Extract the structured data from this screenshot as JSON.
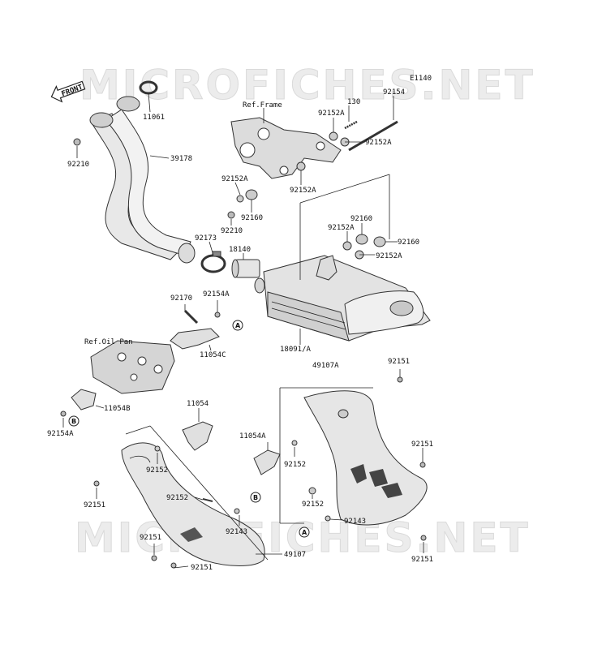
{
  "watermark_top": "MICROFICHES.NET",
  "watermark_bottom": "MICROFICHES.NET",
  "diagram_code": "E1140",
  "front_label": "FRONT",
  "ref_frame": "Ref.Frame",
  "ref_oil_pan": "Ref.Oil Pan",
  "callouts": {
    "a": "A",
    "b": "B"
  },
  "labels": {
    "p11061": "11061",
    "p92210_top": "92210",
    "p39178": "39178",
    "p92152a_1": "92152A",
    "p130": "130",
    "p92154": "92154",
    "p92152a_2": "92152A",
    "p92152a_3": "92152A",
    "p92152a_4": "92152A",
    "p92210_mid": "92210",
    "p92160_1": "92160",
    "p92173": "92173",
    "p18140": "18140",
    "p92160_2": "92160",
    "p92152a_5": "92152A",
    "p92160_3": "92160",
    "p92152a_6": "92152A",
    "p92170": "92170",
    "p92154a_1": "92154A",
    "p11054c": "11054C",
    "p18091a": "18091/A",
    "p92151_1": "92151",
    "p49107a": "49107A",
    "p11054b": "11054B",
    "p92154a_2": "92154A",
    "p11054": "11054",
    "p11054a": "11054A",
    "p92151_2": "92151",
    "p92152_1": "92152",
    "p92152_2": "92152",
    "p92151_3": "92151",
    "p92152_3": "92152",
    "p92152_4": "92152",
    "p92143_1": "92143",
    "p92143_2": "92143",
    "p92151_4": "92151",
    "p49107": "49107",
    "p92151_5": "92151",
    "p92151_6": "92151"
  }
}
